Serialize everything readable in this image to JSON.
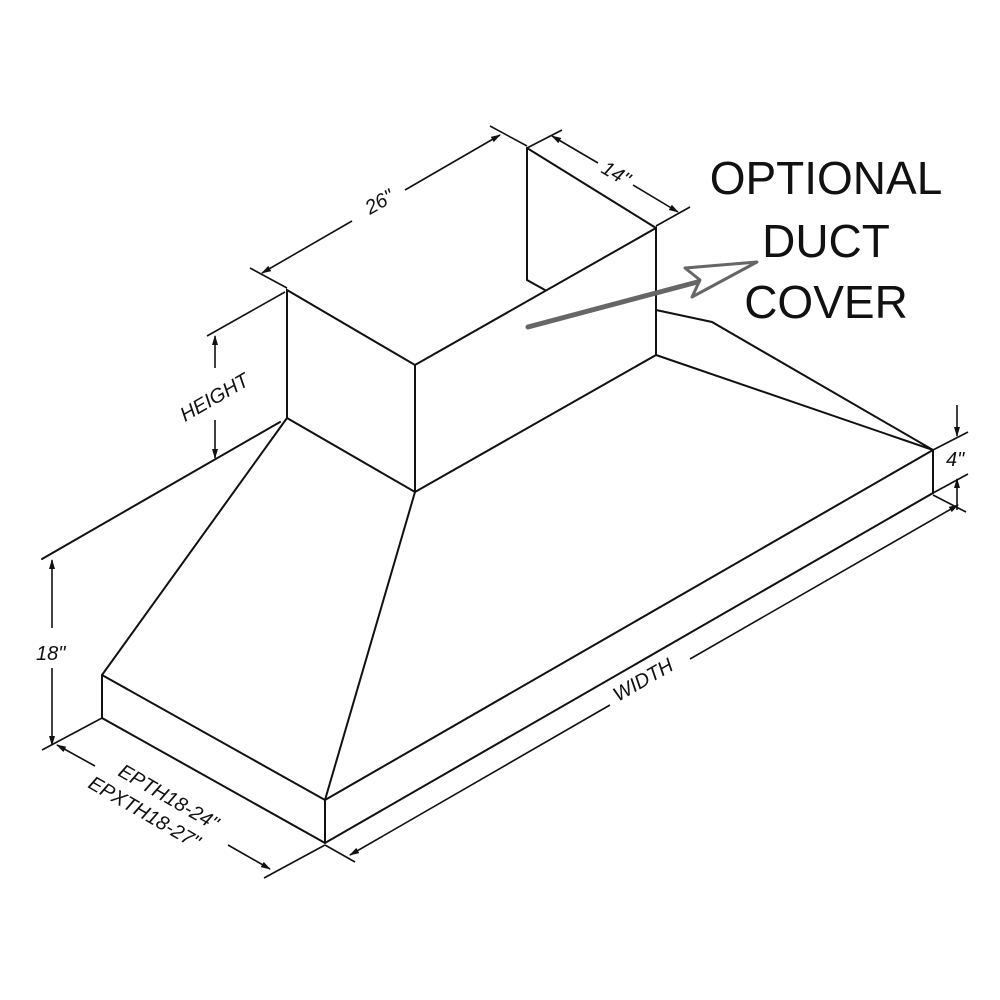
{
  "title_lines": [
    "OPTIONAL",
    "DUCT",
    "COVER"
  ],
  "dimensions": {
    "duct_width": "26\"",
    "duct_depth": "14\"",
    "height": "HEIGHT",
    "hood_height": "18\"",
    "edge_height": "4\"",
    "width": "WIDTH",
    "depth_line1": "EPTH18-24\"",
    "depth_line2": "EPXTH18-27\""
  },
  "colors": {
    "line": "#111111",
    "arrow": "#666666"
  }
}
